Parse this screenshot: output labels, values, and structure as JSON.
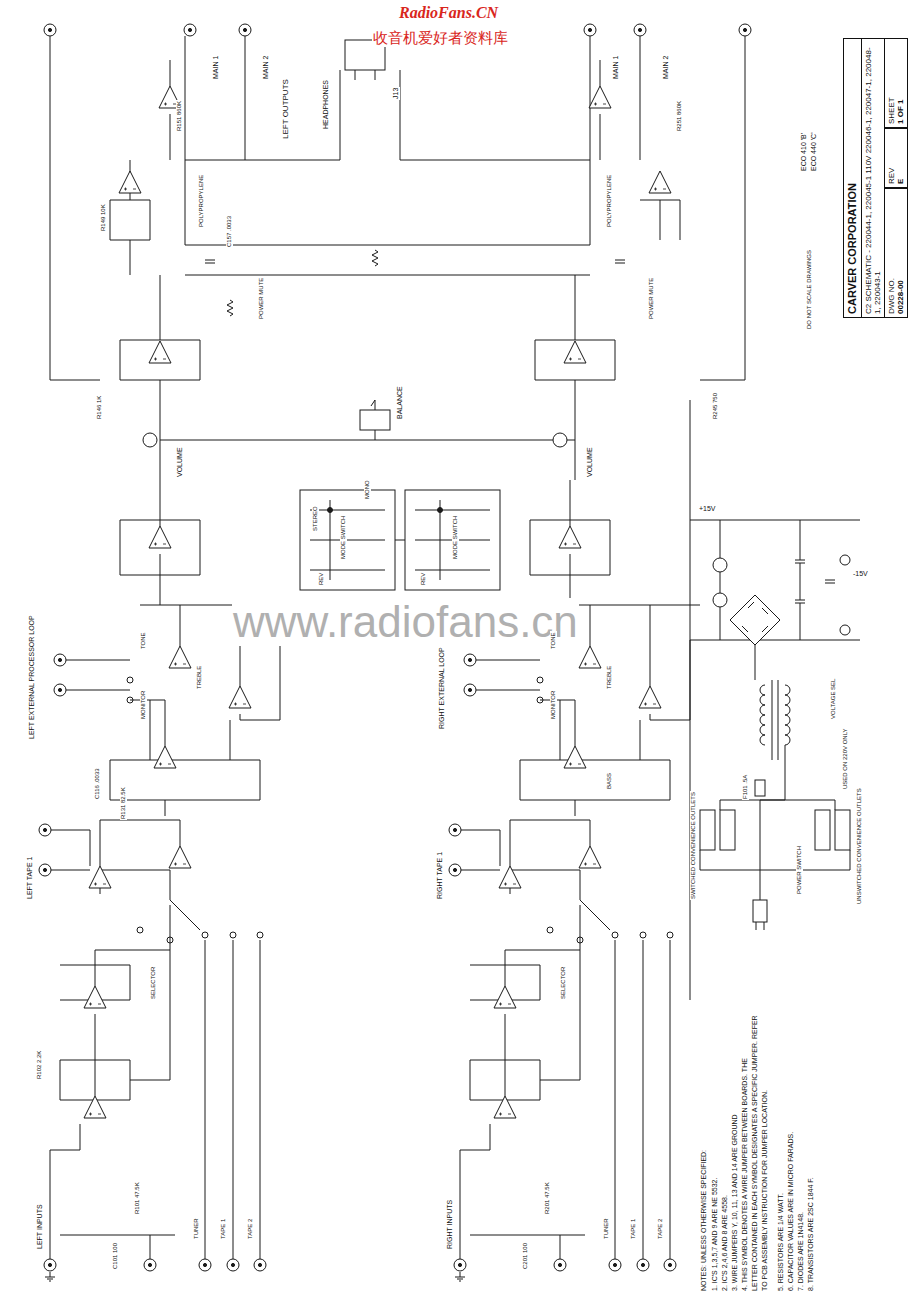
{
  "diagram": {
    "nodes": [
      {
        "text": [
          "CARVER CORPORATION"
        ]
      },
      {
        "text": [
          "C2 SCHEMATIC - 220044-1, 220045-1 110V 220046-1, 220047-1, 220048-1, 220043-1"
        ]
      },
      {
        "text": [
          "DWG NO.",
          "00228-00"
        ]
      },
      {
        "text": [
          "REV",
          "E"
        ]
      },
      {
        "text": [
          "SHEET",
          "1 OF 1"
        ]
      }
    ],
    "labels": [
      "RadioFans.CN",
      "收音机爱好者资料库",
      "www.radiofans.cn",
      "LEFT OUTPUTS",
      "MAIN 1",
      "MAIN 2",
      "HEADPHONES",
      "J13",
      "MAIN 1",
      "MAIN 2",
      "POLYPROPYLENE",
      "POLYPROPYLENE",
      "POWER MUTE",
      "POWER MUTE",
      "VOLUME",
      "VOLUME",
      "BALANCE",
      "MODE SWITCH",
      "MODE SWITCH",
      "STEREO",
      "MONO",
      "REV",
      "REV",
      "LEFT EXTERNAL PROCESSOR LOOP",
      "RIGHT EXTERNAL LOOP",
      "TONE",
      "MONITOR",
      "TONE",
      "MONITOR",
      "TREBLE",
      "TREBLE",
      "BASS",
      "LEFT TAPE 1",
      "RIGHT TAPE 1",
      "SELECTOR",
      "SELECTOR",
      "LEFT INPUTS",
      "TUNER",
      "TAPE 1",
      "TAPE 2",
      "RIGHT INPUTS",
      "TUNER",
      "TAPE 1",
      "TAPE 2",
      "R101 47.5K",
      "C101 100",
      "R102 2.2K",
      "R201 47.5K",
      "C201 100",
      "R151 860K",
      "R149 10K",
      "C157 .0033",
      "R146 1K",
      "R251 860K",
      "R245 750",
      "C116 .0033",
      "R131 82.5K",
      "NOTES: UNLESS OTHERWISE SPECIFIED:",
      "1. IC'S 1,3,5,7 AND 9 ARE NE 5532.",
      "2. IC'S 2,4,6 AND 8 ARE 4558.",
      "3. WIRE JUMPERS Y, 10, 11, 13 AND 14 ARE GROUND",
      "4. THIS SYMBOL DENOTES A WIRE JUMPER BETWEEN BOARDS. THE",
      "LETTER CONTAINED IN EACH SYMBOL DESIGNATES A SPECIFIC JUMPER. REFER",
      "TO PCB ASSEMBLY INSTRUCTION FOR JUMPER LOCATION.",
      "5. RESISTORS ARE 1/4 WATT.",
      "6. CAPACITOR VALUES ARE IN MICRO FARADS.",
      "7. DIODES ARE 1N4148.",
      "8. TRANSISTORS ARE 2SC 1844 F.",
      "SWITCHED CONVENIENCE OUTLETS",
      "UNSWITCHED CONVENIENCE OUTLETS",
      "POWER SWITCH",
      "USED ON 220V ONLY",
      "VOLTAGE SEL",
      "F101 .5A",
      "+15V",
      "-15V",
      "ECO 410 'B'",
      "ECO 440 'C'",
      "DO NOT SCALE DRAWINGS"
    ]
  }
}
